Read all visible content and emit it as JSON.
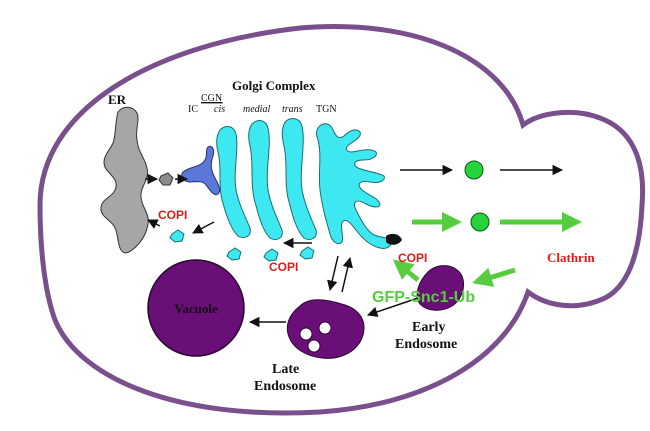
{
  "labels": {
    "golgi_complex": "Golgi Complex",
    "er": "ER",
    "ic": "IC",
    "cgn": "CGN",
    "cis": "cis",
    "medial": "medial",
    "trans": "trans",
    "tgn": "TGN",
    "copi_left": "COPI",
    "copi_bottom": "COPI",
    "copi_right": "COPI",
    "clathrin": "Clathrin",
    "gfp_snc1_ub": "GFP-Snc1-Ub",
    "vacuole": "Vacuole",
    "early_endosome_line1": "Early",
    "early_endosome_line2": "Endosome",
    "late_endosome_line1": "Late",
    "late_endosome_line2": "Endosome"
  },
  "colors": {
    "cell_membrane": "#7a4f8e",
    "er": "#a6a6a6",
    "golgi": "#3ee8f0",
    "cgn": "#5b78d8",
    "organelle_purple": "#6b0f78",
    "vesicle_green": "#25d43a",
    "pathway_green": "#56cc3f",
    "copi_red": "#e31b1b",
    "arrow_black": "#111111"
  }
}
